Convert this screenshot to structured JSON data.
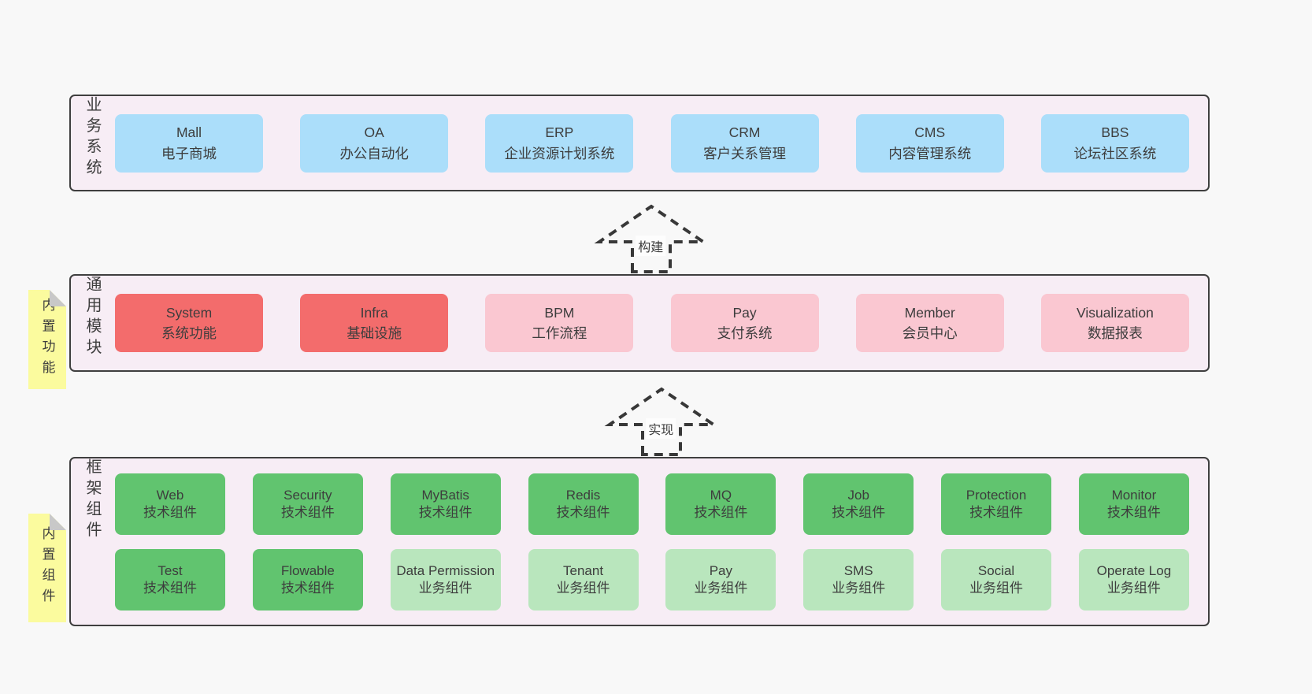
{
  "colors": {
    "bg": "#f8f8f8",
    "panel": "#f7edf5",
    "border": "#3f3f3f",
    "blue": "#abdefa",
    "red": "#f36c6c",
    "pink": "#fac7d1",
    "green": "#61c46f",
    "lightgreen": "#b9e6bd",
    "yellow": "#fbfb9e",
    "fold": "#c8c8c8",
    "text": "#3d3d3d"
  },
  "layers": {
    "business": {
      "label": "业务系统",
      "boxes": [
        {
          "title": "Mall",
          "subtitle": "电子商城",
          "variant": "blue"
        },
        {
          "title": "OA",
          "subtitle": "办公自动化",
          "variant": "blue"
        },
        {
          "title": "ERP",
          "subtitle": "企业资源计划系统",
          "variant": "blue"
        },
        {
          "title": "CRM",
          "subtitle": "客户关系管理",
          "variant": "blue"
        },
        {
          "title": "CMS",
          "subtitle": "内容管理系统",
          "variant": "blue"
        },
        {
          "title": "BBS",
          "subtitle": "论坛社区系统",
          "variant": "blue"
        }
      ]
    },
    "modules": {
      "label": "通用模块",
      "note": "内置功能",
      "boxes": [
        {
          "title": "System",
          "subtitle": "系统功能",
          "variant": "red"
        },
        {
          "title": "Infra",
          "subtitle": "基础设施",
          "variant": "red"
        },
        {
          "title": "BPM",
          "subtitle": "工作流程",
          "variant": "pink"
        },
        {
          "title": "Pay",
          "subtitle": "支付系统",
          "variant": "pink"
        },
        {
          "title": "Member",
          "subtitle": "会员中心",
          "variant": "pink"
        },
        {
          "title": "Visualization",
          "subtitle": "数据报表",
          "variant": "pink"
        }
      ]
    },
    "components": {
      "label": "框架组件",
      "note": "内置组件",
      "rows": [
        [
          {
            "title": "Web",
            "subtitle": "技术组件",
            "variant": "green"
          },
          {
            "title": "Security",
            "subtitle": "技术组件",
            "variant": "green"
          },
          {
            "title": "MyBatis",
            "subtitle": "技术组件",
            "variant": "green"
          },
          {
            "title": "Redis",
            "subtitle": "技术组件",
            "variant": "green"
          },
          {
            "title": "MQ",
            "subtitle": "技术组件",
            "variant": "green"
          },
          {
            "title": "Job",
            "subtitle": "技术组件",
            "variant": "green"
          },
          {
            "title": "Protection",
            "subtitle": "技术组件",
            "variant": "green"
          },
          {
            "title": "Monitor",
            "subtitle": "技术组件",
            "variant": "green"
          }
        ],
        [
          {
            "title": "Test",
            "subtitle": "技术组件",
            "variant": "green"
          },
          {
            "title": "Flowable",
            "subtitle": "技术组件",
            "variant": "green"
          },
          {
            "title": "Data Permission",
            "subtitle": "业务组件",
            "variant": "lightgreen"
          },
          {
            "title": "Tenant",
            "subtitle": "业务组件",
            "variant": "lightgreen"
          },
          {
            "title": "Pay",
            "subtitle": "业务组件",
            "variant": "lightgreen"
          },
          {
            "title": "SMS",
            "subtitle": "业务组件",
            "variant": "lightgreen"
          },
          {
            "title": "Social",
            "subtitle": "业务组件",
            "variant": "lightgreen"
          },
          {
            "title": "Operate Log",
            "subtitle": "业务组件",
            "variant": "lightgreen"
          }
        ]
      ]
    }
  },
  "arrows": [
    {
      "label": "构建"
    },
    {
      "label": "实现"
    }
  ]
}
